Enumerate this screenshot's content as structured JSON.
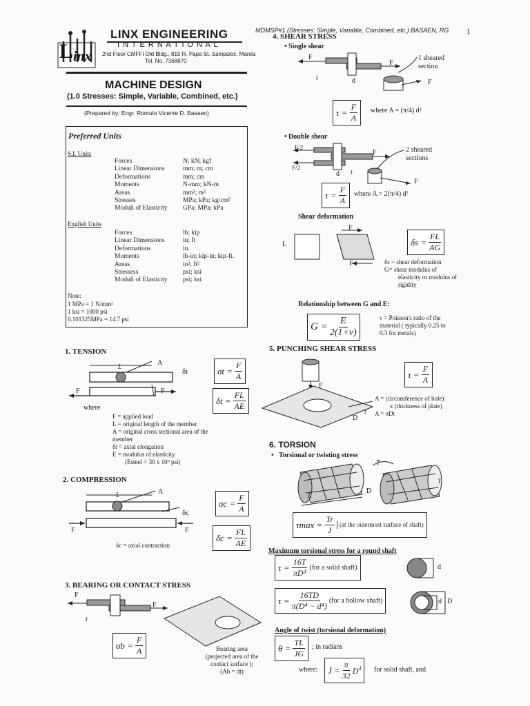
{
  "header": {
    "doc_ref": "MDMSP#1 (Stresses: Simple, Variable, Combined, etc.) BASAEN, RG",
    "page_number": "1",
    "company_name": "LINX ENGINEERING",
    "company_sub": "I N T E R N A T I O N A L",
    "address": "2nd Floor CMFFI Old Bldg., 815 R. Papa St. Sampaloc, Manila",
    "tel": "Tel. No. 7368870",
    "title": "MACHINE DESIGN",
    "subtitle": "(1.0 Stresses: Simple, Variable, Combined, etc.)",
    "prepared_by": "(Prepared by: Engr. Romulo Vicente D. Basaen)"
  },
  "units": {
    "heading": "Preferred Units",
    "si_heading": "S.I. Units",
    "si": [
      {
        "name": "Forces",
        "value": "N; kN; kgf"
      },
      {
        "name": "Linear Dimensions",
        "value": "mm; m; cm"
      },
      {
        "name": "Deformations",
        "value": "mm; cm"
      },
      {
        "name": "Moments",
        "value": "N-mm; kN-m"
      },
      {
        "name": "Areas",
        "value": "mm²; m²"
      },
      {
        "name": "Stresses",
        "value": "MPa; kPa; kg/cm²"
      },
      {
        "name": "Moduli of Elasticity",
        "value": "GPa; MPa; kPa"
      }
    ],
    "english_heading": "English Units",
    "english": [
      {
        "name": "Forces",
        "value": "lb; kip"
      },
      {
        "name": "Linear Dimensions",
        "value": "in; ft"
      },
      {
        "name": "Deformations",
        "value": "in."
      },
      {
        "name": "Moments",
        "value": "lb-in; kip-in; kip-ft."
      },
      {
        "name": "Areas",
        "value": "in²; ft²"
      },
      {
        "name": "Stressess",
        "value": "psi; ksi"
      },
      {
        "name": "Moduli of Elasticity",
        "value": "psi; ksi"
      }
    ],
    "note_label": "Note:",
    "notes": [
      "1 MPa   = 1 N/mm²",
      "1 ksi     = 1000 psi",
      "0.101325MPa = 14.7 psi"
    ]
  },
  "tension": {
    "heading": "1. TENSION",
    "where": "where",
    "defs": [
      "F = applied load",
      "L = original length of the member",
      "A = original cross sectional area of the",
      "member",
      "δt = axial elongation",
      "E = modulus of elasticity",
      "(Esteel = 30 x 10⁶ psi)"
    ],
    "f1_lhs": "σt =",
    "f1_num": "F",
    "f1_den": "A",
    "f2_lhs": "δt =",
    "f2_num": "FL",
    "f2_den": "AE",
    "label_L": "L",
    "label_A": "A",
    "label_F": "F",
    "label_delta": "δt"
  },
  "compression": {
    "heading": "2. COMPRESSION",
    "note": "δc = axial contraction",
    "f1_lhs": "σc =",
    "f1_num": "F",
    "f1_den": "A",
    "f2_lhs": "δc =",
    "f2_num": "FL",
    "f2_den": "AE",
    "label_L": "L",
    "label_A": "A",
    "label_F": "F",
    "label_delta": "δc"
  },
  "bearing": {
    "heading": "3. BEARING OR CONTACT STRESS",
    "f_lhs": "σb =",
    "f_num": "F",
    "f_den": "A",
    "note": [
      "Bearing area",
      "(projected area of the",
      "contact surface );",
      "(Ab = dt)"
    ],
    "label_F": "F",
    "label_t": "t"
  },
  "shear": {
    "heading": "4. SHEAR STRESS",
    "single": "Single shear",
    "single_label": [
      "1 sheared",
      "section"
    ],
    "single_area": "where  A = (π/4) d²",
    "double": "Double shear",
    "double_label": [
      "2 sheared",
      "sections"
    ],
    "double_area": "where  A = 2(π/4) d²",
    "f_lhs": "τ =",
    "f_num": "F",
    "f_den": "A",
    "f_lhs2": "τ =",
    "f_num2": "F",
    "f_den2": "A",
    "label_F": "F",
    "label_F2": "F/2",
    "label_d": "d",
    "label_t": "t",
    "deformation_heading": "Shear deformation",
    "def_lhs": "δs =",
    "def_num": "FL",
    "def_den": "AG",
    "def_notes": [
      "δs =   shear deformation",
      "G=   shear modulus of",
      "elasticity or modulus of",
      "rigidity"
    ],
    "relationship_heading": "Relationship between G and E:",
    "rel_lhs": "G =",
    "rel_num": "E",
    "rel_den": "2(1+ν)",
    "rel_note": [
      "ν = Poisson's ratio of the",
      "material ( typically 0.25 to",
      "0.3 for metals)"
    ]
  },
  "punching": {
    "heading": "5. PUNCHING SHEAR STRESS",
    "f_lhs": "τ =",
    "f_num": "F",
    "f_den": "A",
    "notes": [
      "A = (circumference of hole)",
      "x  (thickness of plate)",
      "A = πDt"
    ],
    "label_F": "F",
    "label_D": "D",
    "label_t": "t"
  },
  "torsion": {
    "heading": "6. TORSION",
    "sub": "Torsional or twisting stress",
    "tmax_lhs": "τmax =",
    "tmax_num": "Tr",
    "tmax_den": "J",
    "tmax_note": "(at the outermost surface of shaft)",
    "max_heading": "Maximum torsional stress for a round shaft",
    "solid_lhs": "τ =",
    "solid_num": "16T",
    "solid_den": "πD³",
    "solid_note": "(for a solid shaft)",
    "hollow_lhs": "τ =",
    "hollow_num": "16TD",
    "hollow_den": "π(D⁴ − d⁴)",
    "hollow_note": "(for a hollow shaft)",
    "twist_heading": "Angle of twist (torsional deformation)",
    "twist_lhs": "θ =",
    "twist_num": "TL",
    "twist_den": "JG",
    "twist_note": "; in radians",
    "where": "where:",
    "j_lhs": "J =",
    "j_num": "π",
    "j_den": "32",
    "j_note": "for solid shaft, and",
    "label_T": "T",
    "label_L": "L",
    "label_D": "D",
    "label_d": "d"
  }
}
